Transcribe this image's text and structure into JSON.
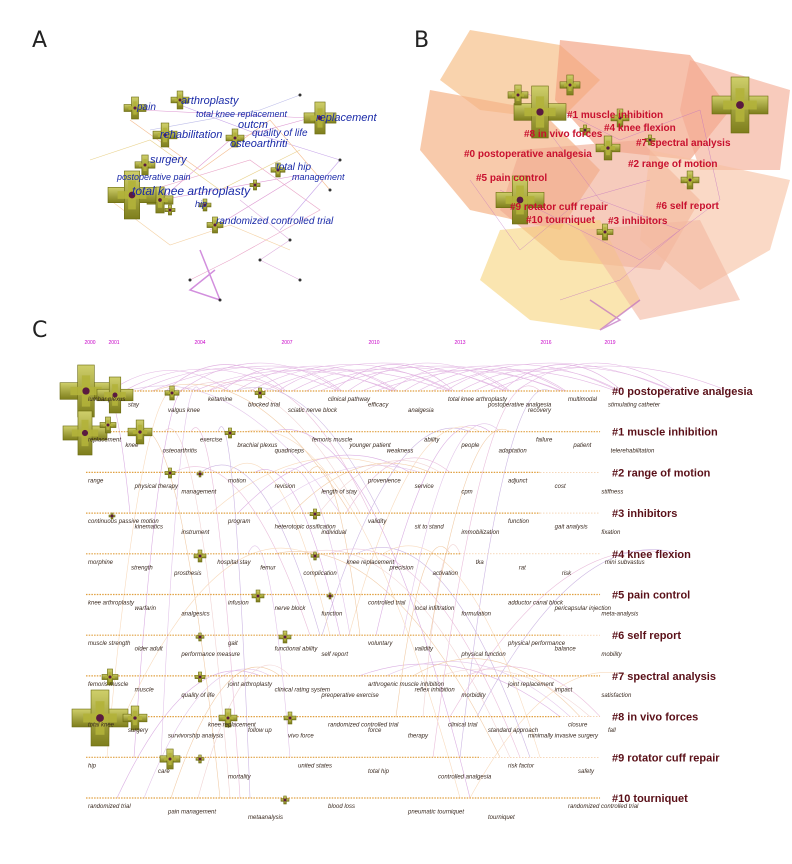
{
  "panels": {
    "a": {
      "letter": "A",
      "labels": [
        "pain",
        "arthroplasty",
        "total knee replacement",
        "outcm",
        "replacement",
        "rehabilitation",
        "quality of life",
        "osteoarthriti",
        "surgery",
        "total hip",
        "postoperative pain",
        "management",
        "total knee arthroplasty",
        "hip",
        "randomized controlled trial"
      ]
    },
    "b": {
      "letter": "B",
      "labels": [
        "#1 muscle inhibition",
        "#8 in vivo forces",
        "#4 knee flexion",
        "#7 spectral analysis",
        "#0 postoperative analgesia",
        "#2 range of motion",
        "#5 pain control",
        "#9 rotator cuff repair",
        "#6 self report",
        "#10 tourniquet",
        "#3 inhibitors"
      ]
    },
    "c": {
      "letter": "C",
      "years": [
        "2000",
        "2001",
        "2004",
        "2007",
        "2010",
        "2013",
        "2016",
        "2019"
      ],
      "clusters": [
        {
          "label": "#0 postoperative analgesia",
          "keywords": [
            "lumbar plexus",
            "stay",
            "valgus knee",
            "ketamine",
            "blocked trial",
            "sciatic nerve block",
            "clinical pathway",
            "efficacy",
            "analgesia",
            "total knee arthroplasty",
            "postoperative analgesia",
            "recovery",
            "multimodal",
            "stimulating catheter"
          ]
        },
        {
          "label": "#1 muscle inhibition",
          "keywords": [
            "replacement",
            "knee",
            "osteoarthritis",
            "exercise",
            "brachial plexus",
            "quadriceps",
            "femoris muscle",
            "younger patient",
            "weakness",
            "ability",
            "people",
            "adaptation",
            "failure",
            "patient",
            "telerehabilitation"
          ]
        },
        {
          "label": "#2 range of motion",
          "keywords": [
            "range",
            "physical therapy",
            "management",
            "motion",
            "revision",
            "length of stay",
            "provenience",
            "service",
            "cpm",
            "adjunct",
            "cost",
            "stiffness"
          ]
        },
        {
          "label": "#3 inhibitors",
          "keywords": [
            "continuous passive motion",
            "kinematics",
            "instrument",
            "program",
            "heterotopic ossification",
            "individual",
            "validity",
            "sit to stand",
            "immobilization",
            "function",
            "gait analysis",
            "fixation"
          ]
        },
        {
          "label": "#4 knee flexion",
          "keywords": [
            "morphine",
            "strength",
            "prosthesis",
            "hospital stay",
            "femur",
            "complication",
            "knee replacement",
            "precision",
            "activation",
            "tka",
            "rat",
            "risk",
            "mini subvastus"
          ]
        },
        {
          "label": "#5 pain control",
          "keywords": [
            "knee arthroplasty",
            "warfarin",
            "analgesics",
            "infusion",
            "nerve block",
            "function",
            "controlled trial",
            "local infiltration",
            "formulation",
            "adductor canal block",
            "pericapsular injection",
            "meta-analysis"
          ]
        },
        {
          "label": "#6 self report",
          "keywords": [
            "muscle strength",
            "older adult",
            "performance measure",
            "gait",
            "functional ability",
            "self report",
            "voluntary",
            "validity",
            "physical function",
            "physical performance",
            "balance",
            "mobility"
          ]
        },
        {
          "label": "#7 spectral analysis",
          "keywords": [
            "femoris muscle",
            "muscle",
            "quality of life",
            "joint arthroplasty",
            "clinical rating system",
            "preoperative exercise",
            "arthrogenic muscle inhibition",
            "reflex inhibition",
            "morbidity",
            "joint replacement",
            "impact",
            "satisfaction"
          ]
        },
        {
          "label": "#8 in vivo forces",
          "keywords": [
            "total knee",
            "surgery",
            "survivorship analysis",
            "knee replacement",
            "follow up",
            "vivo force",
            "randomized controlled trial",
            "force",
            "therapy",
            "clinical trial",
            "standard approach",
            "minimally invasive surgery",
            "closure",
            "fall"
          ]
        },
        {
          "label": "#9 rotator cuff repair",
          "keywords": [
            "hip",
            "care",
            "mortality",
            "united states",
            "total hip",
            "controlled analgesia",
            "risk factor",
            "safety"
          ]
        },
        {
          "label": "#10 tourniquet",
          "keywords": [
            "randomized trial",
            "pain management",
            "metaanalysis",
            "blood loss",
            "pneumatic tourniquet",
            "tourniquet",
            "randomized controlled trial"
          ]
        }
      ]
    }
  },
  "colors": {
    "labelBlue": "#1a2aa8",
    "labelRed": "#c8102e",
    "clusterLabel": "#5a1018",
    "yearMagenta": "#c800c8",
    "olive": "#8a8a1a",
    "nodeCore": "#5a1a40"
  }
}
